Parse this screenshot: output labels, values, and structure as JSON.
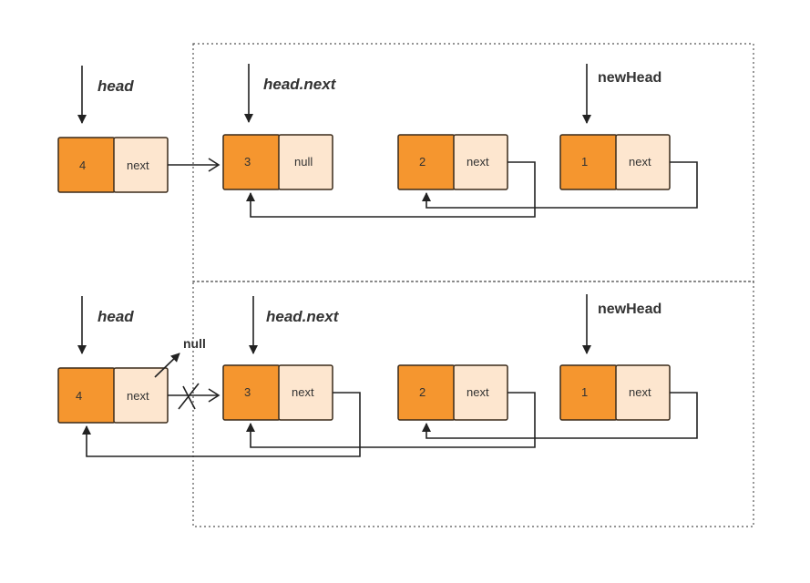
{
  "top": {
    "labels": {
      "head": "head",
      "head_next": "head.next",
      "new_head": "newHead"
    },
    "nodes": [
      {
        "value": "4",
        "pointer": "next"
      },
      {
        "value": "3",
        "pointer": "null"
      },
      {
        "value": "2",
        "pointer": "next"
      },
      {
        "value": "1",
        "pointer": "next"
      }
    ]
  },
  "bottom": {
    "labels": {
      "head": "head",
      "head_next": "head.next",
      "new_head": "newHead",
      "null_label": "null"
    },
    "nodes": [
      {
        "value": "4",
        "pointer": "next"
      },
      {
        "value": "3",
        "pointer": "next"
      },
      {
        "value": "2",
        "pointer": "next"
      },
      {
        "value": "1",
        "pointer": "next"
      }
    ]
  },
  "colors": {
    "value_cell": "#f5962f",
    "pointer_cell": "#fde6cf",
    "outline": "#3a2a1a",
    "line": "#222222"
  }
}
